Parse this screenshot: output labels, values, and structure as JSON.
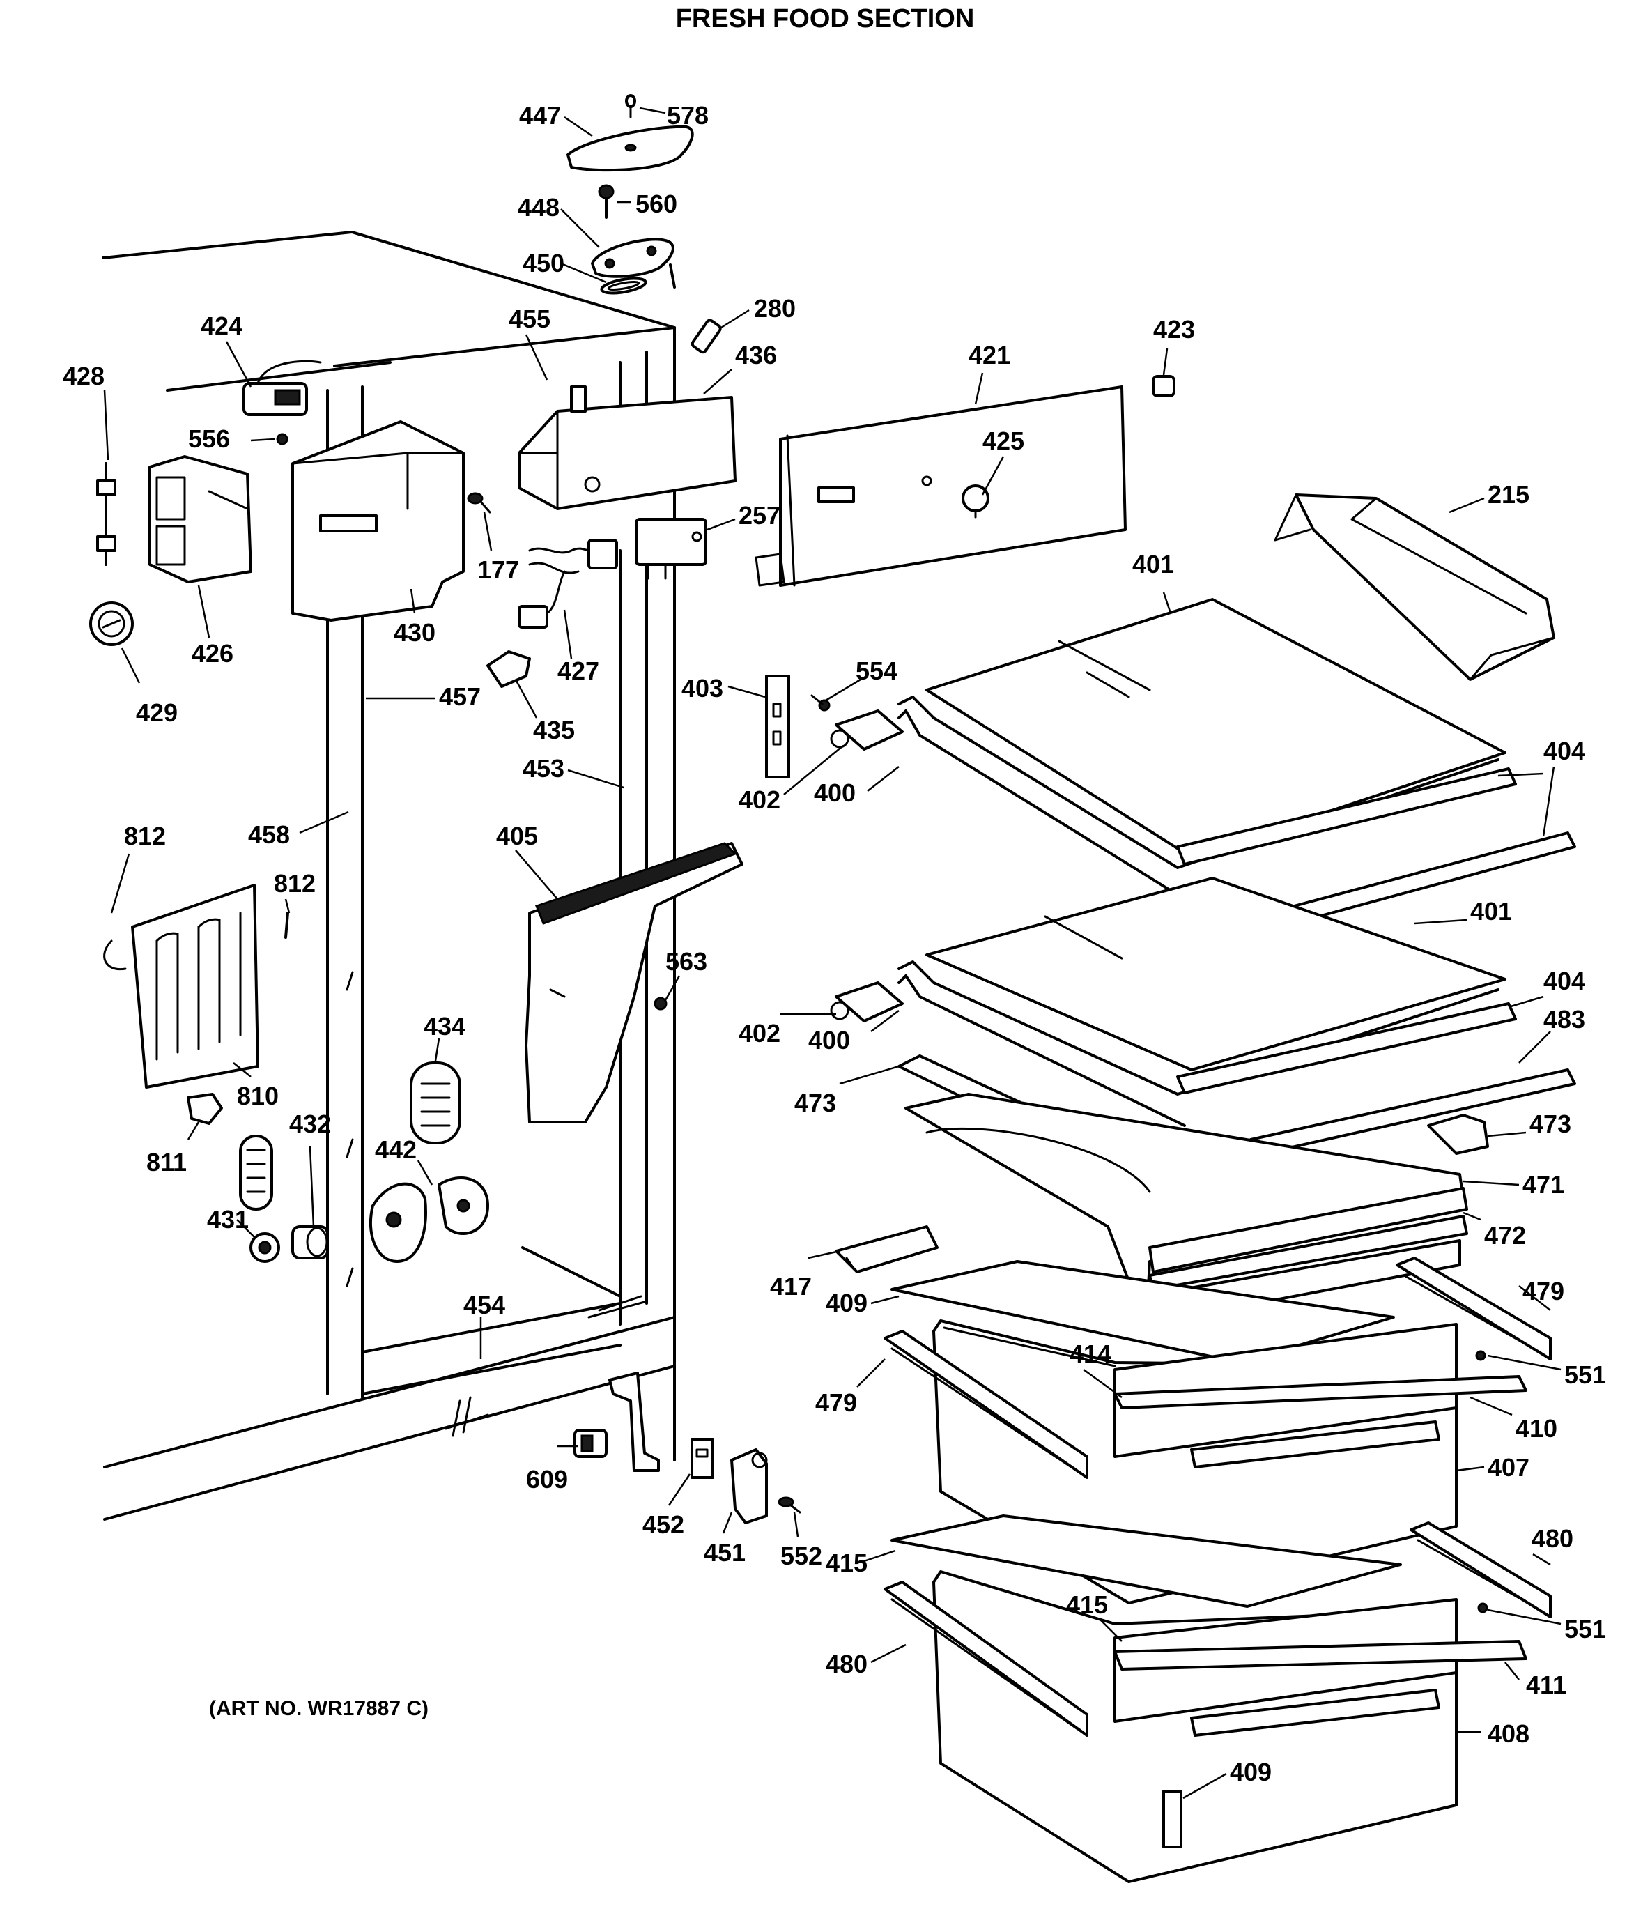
{
  "title": "FRESH FOOD SECTION",
  "art_number": "(ART NO. WR17887 C)",
  "labels": {
    "l447": "447",
    "l578": "578",
    "l448": "448",
    "l560": "560",
    "l450": "450",
    "l280": "280",
    "l423": "423",
    "l421": "421",
    "l424": "424",
    "l455": "455",
    "l436": "436",
    "l428": "428",
    "l556": "556",
    "l425": "425",
    "l215": "215",
    "l257": "257",
    "l177": "177",
    "l401a": "401",
    "l426": "426",
    "l430": "430",
    "l427": "427",
    "l429": "429",
    "l457": "457",
    "l435": "435",
    "l403": "403",
    "l554": "554",
    "l453": "453",
    "l404a": "404",
    "l402a": "402",
    "l400a": "400",
    "l812a": "812",
    "l458": "458",
    "l405": "405",
    "l812b": "812",
    "l401b": "401",
    "l563": "563",
    "l404b": "404",
    "l434": "434",
    "l402b": "402",
    "l400b": "400",
    "l483": "483",
    "l810": "810",
    "l473a": "473",
    "l473b": "473",
    "l432": "432",
    "l442": "442",
    "l811": "811",
    "l471": "471",
    "l431": "431",
    "l472": "472",
    "l417": "417",
    "l479a": "479",
    "l454": "454",
    "l409a": "409",
    "l414": "414",
    "l551a": "551",
    "l479b": "479",
    "l410": "410",
    "l609": "609",
    "l407": "407",
    "l452": "452",
    "l451": "451",
    "l552": "552",
    "l415a": "415",
    "l480a": "480",
    "l415b": "415",
    "l551b": "551",
    "l480b": "480",
    "l411": "411",
    "l408": "408",
    "l409b": "409"
  }
}
